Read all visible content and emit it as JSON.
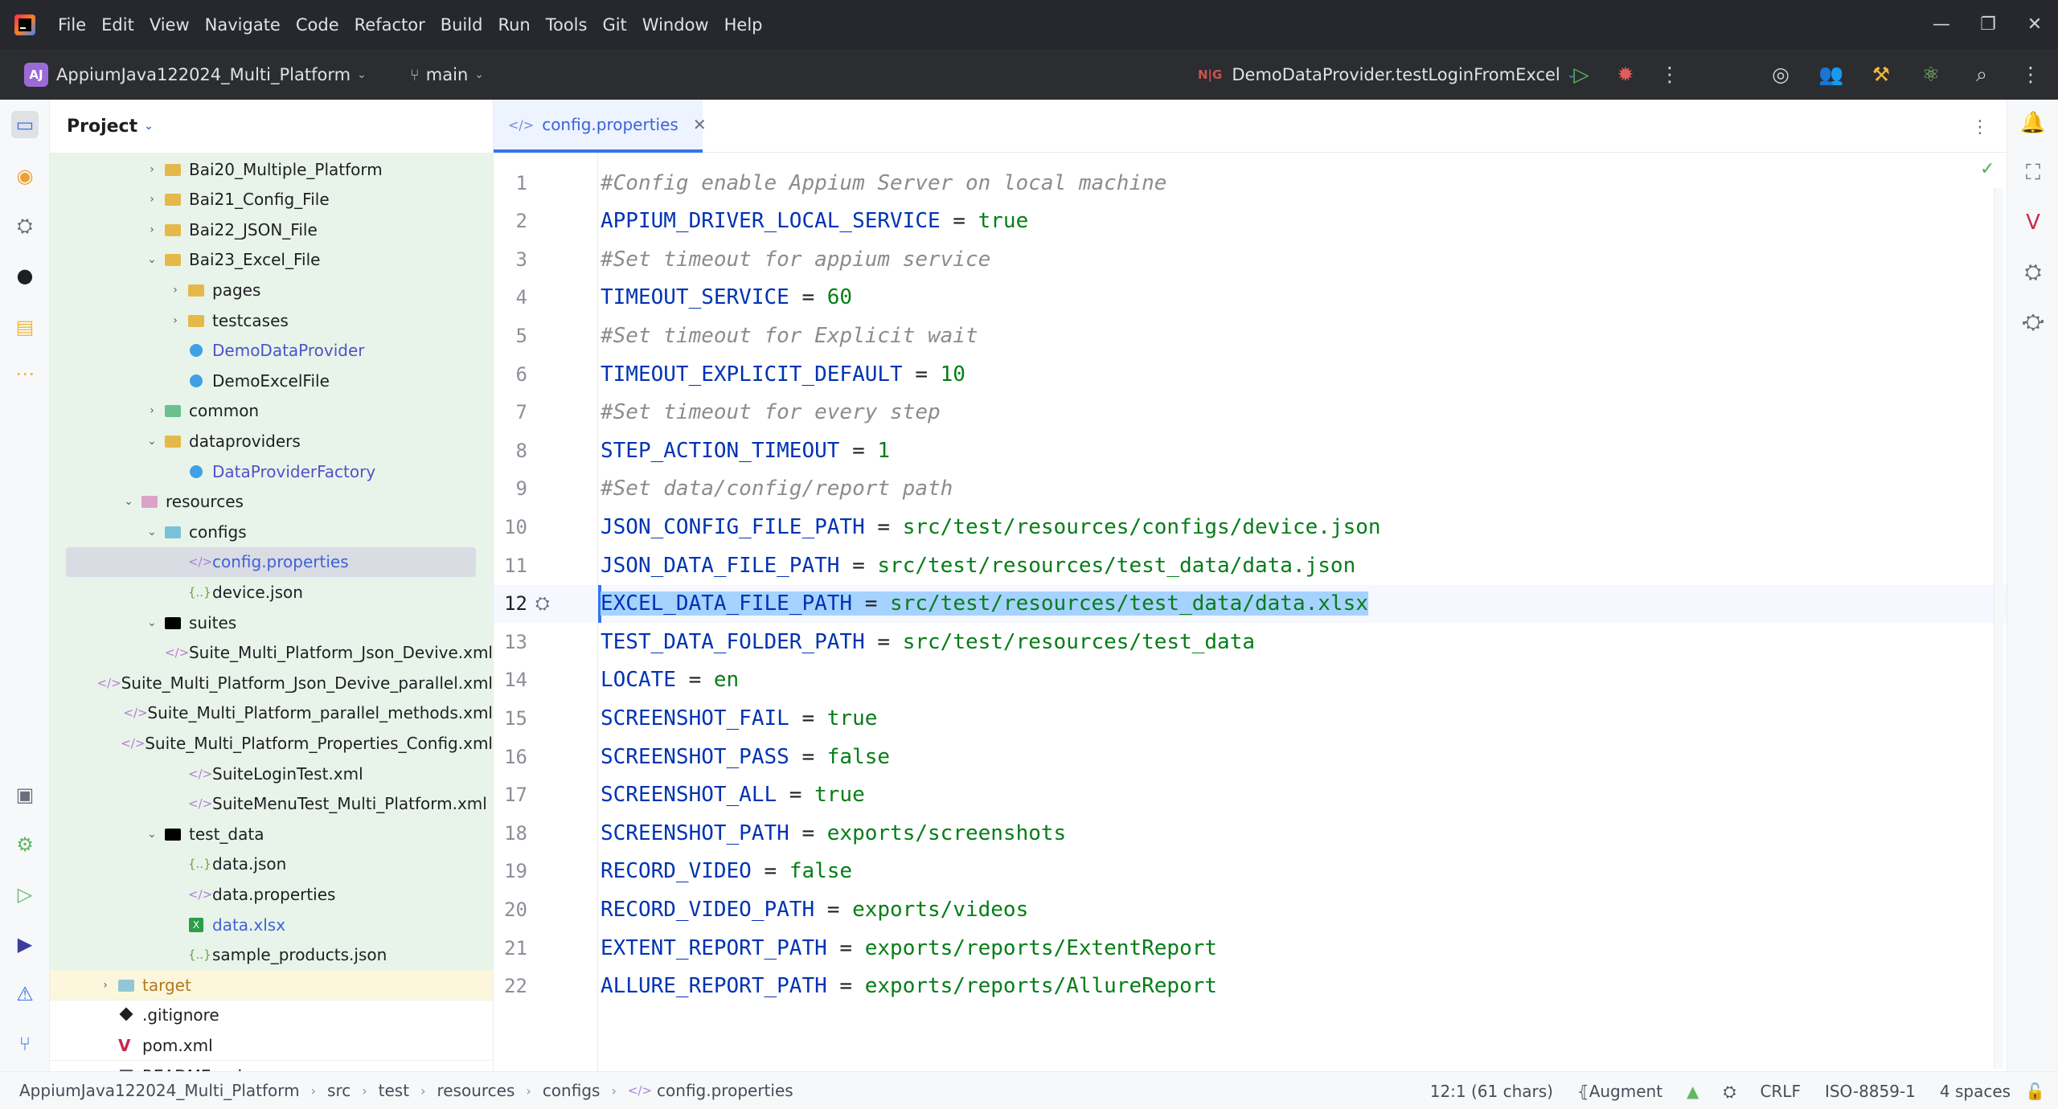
{
  "menubar": {
    "items": [
      "File",
      "Edit",
      "View",
      "Navigate",
      "Code",
      "Refactor",
      "Build",
      "Run",
      "Tools",
      "Git",
      "Window",
      "Help"
    ],
    "window_controls": [
      "—",
      "❐",
      "✕"
    ]
  },
  "toolbar": {
    "project_badge": "AJ",
    "project_name": "AppiumJava122024_Multi_Platform",
    "branch": "main",
    "run_config_badge": "N|G",
    "run_config": "DemoDataProvider.testLoginFromExcel",
    "icons": [
      "run-icon",
      "debug-icon",
      "more-icon",
      "code-with-me-icon",
      "collab-icon",
      "build-tools-icon",
      "ai-icon",
      "search-icon",
      "kebab-menu-icon"
    ]
  },
  "project_panel": {
    "title": "Project",
    "tree": [
      {
        "label": "Bai20_Multiple_Platform",
        "icon": "folder",
        "arrow": "›"
      },
      {
        "label": "Bai21_Config_File",
        "icon": "folder",
        "arrow": "›"
      },
      {
        "label": "Bai22_JSON_File",
        "icon": "folder",
        "arrow": "›"
      },
      {
        "label": "Bai23_Excel_File",
        "icon": "folder",
        "arrow": "⌄"
      },
      {
        "label": "pages",
        "icon": "folder",
        "arrow": "›"
      },
      {
        "label": "testcases",
        "icon": "folder",
        "arrow": "›"
      },
      {
        "label": "DemoDataProvider",
        "icon": "java",
        "arrow": ""
      },
      {
        "label": "DemoExcelFile",
        "icon": "java",
        "arrow": ""
      },
      {
        "label": "common",
        "icon": "folder-green",
        "arrow": "›"
      },
      {
        "label": "dataproviders",
        "icon": "folder",
        "arrow": "⌄"
      },
      {
        "label": "DataProviderFactory",
        "icon": "java",
        "arrow": ""
      },
      {
        "label": "resources",
        "icon": "folder-pkg",
        "arrow": "⌄"
      },
      {
        "label": "configs",
        "icon": "folder-blue",
        "arrow": "⌄"
      },
      {
        "label": "config.properties",
        "icon": "props",
        "arrow": ""
      },
      {
        "label": "device.json",
        "icon": "json",
        "arrow": ""
      },
      {
        "label": "suites",
        "icon": "folder-black",
        "arrow": "⌄"
      },
      {
        "label": "Suite_Multi_Platform_Json_Devive.xml",
        "icon": "xml",
        "arrow": ""
      },
      {
        "label": "Suite_Multi_Platform_Json_Devive_parallel.xml",
        "icon": "xml",
        "arrow": ""
      },
      {
        "label": "Suite_Multi_Platform_parallel_methods.xml",
        "icon": "xml",
        "arrow": ""
      },
      {
        "label": "Suite_Multi_Platform_Properties_Config.xml",
        "icon": "xml",
        "arrow": ""
      },
      {
        "label": "SuiteLoginTest.xml",
        "icon": "xml",
        "arrow": ""
      },
      {
        "label": "SuiteMenuTest_Multi_Platform.xml",
        "icon": "xml",
        "arrow": ""
      },
      {
        "label": "test_data",
        "icon": "folder-black",
        "arrow": "⌄"
      },
      {
        "label": "data.json",
        "icon": "json",
        "arrow": ""
      },
      {
        "label": "data.properties",
        "icon": "props",
        "arrow": ""
      },
      {
        "label": "data.xlsx",
        "icon": "xlsx",
        "arrow": ""
      },
      {
        "label": "sample_products.json",
        "icon": "json",
        "arrow": ""
      },
      {
        "label": "target",
        "icon": "folder-target",
        "arrow": "›"
      },
      {
        "label": ".gitignore",
        "icon": "git",
        "arrow": ""
      },
      {
        "label": "pom.xml",
        "icon": "maven",
        "arrow": ""
      },
      {
        "label": "README.md",
        "icon": "md",
        "arrow": ""
      }
    ],
    "selected_label": "config.properties"
  },
  "editor": {
    "tab_label": "config.properties",
    "tab_icon": "</>",
    "current_line": 12,
    "lines": [
      {
        "n": "1",
        "type": "comment",
        "text": "#Config enable Appium Server on local machine"
      },
      {
        "n": "2",
        "type": "kv",
        "key": "APPIUM_DRIVER_LOCAL_SERVICE",
        "value": "true"
      },
      {
        "n": "3",
        "type": "comment",
        "text": "#Set timeout for appium service"
      },
      {
        "n": "4",
        "type": "kv",
        "key": "TIMEOUT_SERVICE",
        "value": "60"
      },
      {
        "n": "5",
        "type": "comment",
        "text": "#Set timeout for Explicit wait"
      },
      {
        "n": "6",
        "type": "kv",
        "key": "TIMEOUT_EXPLICIT_DEFAULT",
        "value": "10"
      },
      {
        "n": "7",
        "type": "comment",
        "text": "#Set timeout for every step"
      },
      {
        "n": "8",
        "type": "kv",
        "key": "STEP_ACTION_TIMEOUT",
        "value": "1"
      },
      {
        "n": "9",
        "type": "comment",
        "text": "#Set data/config/report path"
      },
      {
        "n": "10",
        "type": "kv",
        "key": "JSON_CONFIG_FILE_PATH",
        "value": "src/test/resources/configs/device.json"
      },
      {
        "n": "11",
        "type": "kv",
        "key": "JSON_DATA_FILE_PATH",
        "value": "src/test/resources/test_data/data.json"
      },
      {
        "n": "12",
        "type": "kv",
        "key": "EXCEL_DATA_FILE_PATH",
        "value": "src/test/resources/test_data/data.xlsx"
      },
      {
        "n": "13",
        "type": "kv",
        "key": "TEST_DATA_FOLDER_PATH",
        "value": "src/test/resources/test_data"
      },
      {
        "n": "14",
        "type": "kv",
        "key": "LOCATE",
        "value": "en"
      },
      {
        "n": "15",
        "type": "kv",
        "key": "SCREENSHOT_FAIL",
        "value": "true"
      },
      {
        "n": "16",
        "type": "kv",
        "key": "SCREENSHOT_PASS",
        "value": "false"
      },
      {
        "n": "17",
        "type": "kv",
        "key": "SCREENSHOT_ALL",
        "value": "true"
      },
      {
        "n": "18",
        "type": "kv",
        "key": "SCREENSHOT_PATH",
        "value": "exports/screenshots"
      },
      {
        "n": "19",
        "type": "kv",
        "key": "RECORD_VIDEO",
        "value": "false"
      },
      {
        "n": "20",
        "type": "kv",
        "key": "RECORD_VIDEO_PATH",
        "value": "exports/videos"
      },
      {
        "n": "21",
        "type": "kv",
        "key": "EXTENT_REPORT_PATH",
        "value": "exports/reports/ExtentReport"
      },
      {
        "n": "22",
        "type": "kv",
        "key": "ALLURE_REPORT_PATH",
        "value": "exports/reports/AllureReport"
      }
    ]
  },
  "statusbar": {
    "breadcrumbs": [
      "AppiumJava122024_Multi_Platform",
      "src",
      "test",
      "resources",
      "configs",
      "config.properties"
    ],
    "position": "12:1 (61 chars)",
    "augment": "Augment",
    "line_separator": "CRLF",
    "encoding": "ISO-8859-1",
    "indent": "4 spaces"
  },
  "colors": {
    "menubar_bg": "#27282e",
    "toolbar_bg": "#2b2d30",
    "project_bg": "#e8f4ea",
    "accent": "#3574f0",
    "selection": "#a6d2ff"
  }
}
